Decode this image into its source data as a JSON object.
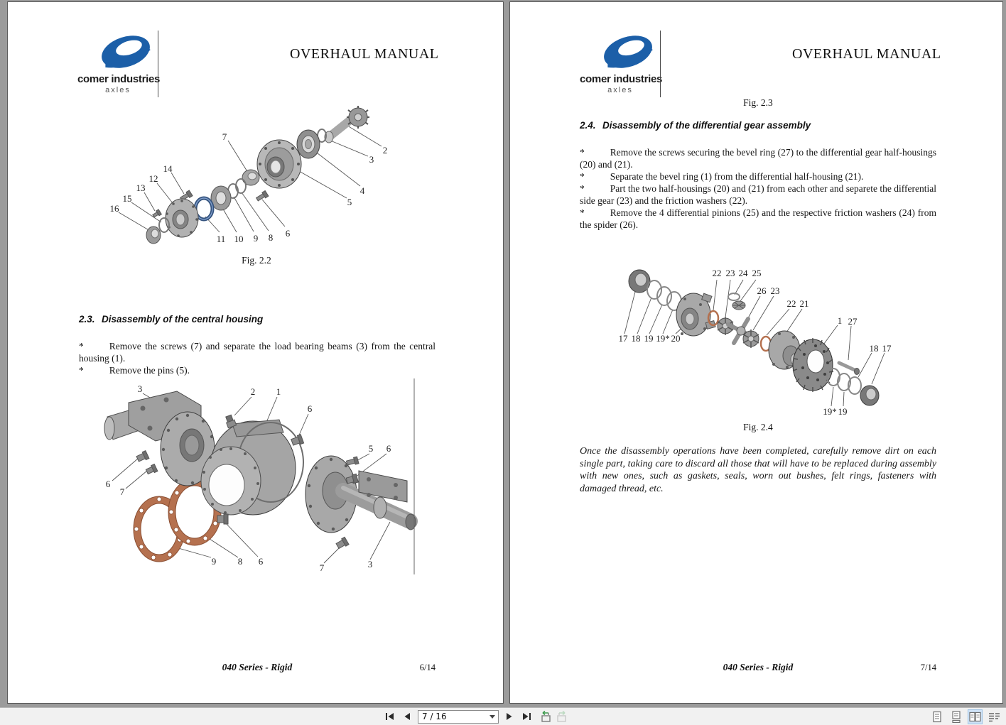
{
  "colors": {
    "logo_blue": "#1c5fa8",
    "gasket_copper": "#b5714f",
    "oring_copper": "#b5714f",
    "seal_ring_blue": "#33527d",
    "active_view_highlight": "#cfe3f7",
    "viewer_background": "#9b9b9b"
  },
  "toolbar": {
    "page_input": "7 / 16",
    "icons": {
      "first": "first-page-icon",
      "prev": "previous-page-icon",
      "next": "next-page-icon",
      "last": "last-page-icon",
      "prev_view": "previous-view-icon",
      "next_view": "next-view-icon",
      "single": "single-page-view-icon",
      "continuous": "continuous-scroll-view-icon",
      "two_page": "two-page-view-icon",
      "two_page_cont": "two-page-continuous-view-icon"
    }
  },
  "left_page": {
    "brand": {
      "name": "comer industries",
      "sub": "axles"
    },
    "title": "OVERHAUL MANUAL",
    "fig_2_2": {
      "caption": "Fig. 2.2",
      "labels": [
        "7",
        "14",
        "12",
        "13",
        "15",
        "16",
        "2",
        "3",
        "4",
        "5",
        "11",
        "10",
        "9",
        "8",
        "6"
      ]
    },
    "section_2_3": {
      "number": "2.3.",
      "title": "Disassembly of the central housing"
    },
    "bullets": [
      {
        "marker": "*",
        "text": "Remove the screws (7) and separate the load bearing beams (3) from the central housing (1)."
      },
      {
        "marker": "*",
        "text": "Remove the pins (5)."
      }
    ],
    "fig_housing": {
      "labels": [
        "3",
        "2",
        "1",
        "6",
        "6",
        "7",
        "5",
        "6",
        "9",
        "8",
        "6",
        "7",
        "3"
      ]
    },
    "footer": {
      "series": "040 Series - Rigid",
      "page": "6/14"
    }
  },
  "right_page": {
    "brand": {
      "name": "comer industries",
      "sub": "axles"
    },
    "title": "OVERHAUL MANUAL",
    "fig_2_3_caption": "Fig. 2.3",
    "section_2_4": {
      "number": "2.4.",
      "title": "Disassembly of the differential gear assembly"
    },
    "bullets": [
      {
        "marker": "*",
        "text": "Remove the screws securing the bevel ring (27) to the differential gear half-housings (20) and (21)."
      },
      {
        "marker": "*",
        "text": "Separate the bevel ring (1) from the differential half-housing (21)."
      },
      {
        "marker": "*",
        "text": "Part the two half-housings (20) and (21) from each other and separete the differential side gear (23) and the friction washers (22)."
      },
      {
        "marker": "*",
        "text": "Remove the 4 differential pinions (25) and the respective friction washers (24) from the spider (26)."
      }
    ],
    "fig_2_4": {
      "caption": "Fig. 2.4",
      "labels": [
        "22",
        "23",
        "24",
        "25",
        "26",
        "23",
        "22",
        "21",
        "1",
        "27",
        "18",
        "17",
        "17",
        "18",
        "19",
        "19*",
        "20",
        "19*",
        "19"
      ]
    },
    "note": "Once the disassembly operations have been completed, carefully remove dirt on each single part, taking care to discard all those that will have to be replaced during assembly with new ones, such as gaskets, seals, worn out bushes, felt rings, fasteners with damaged thread, etc.",
    "footer": {
      "series": "040 Series - Rigid",
      "page": "7/14"
    }
  }
}
